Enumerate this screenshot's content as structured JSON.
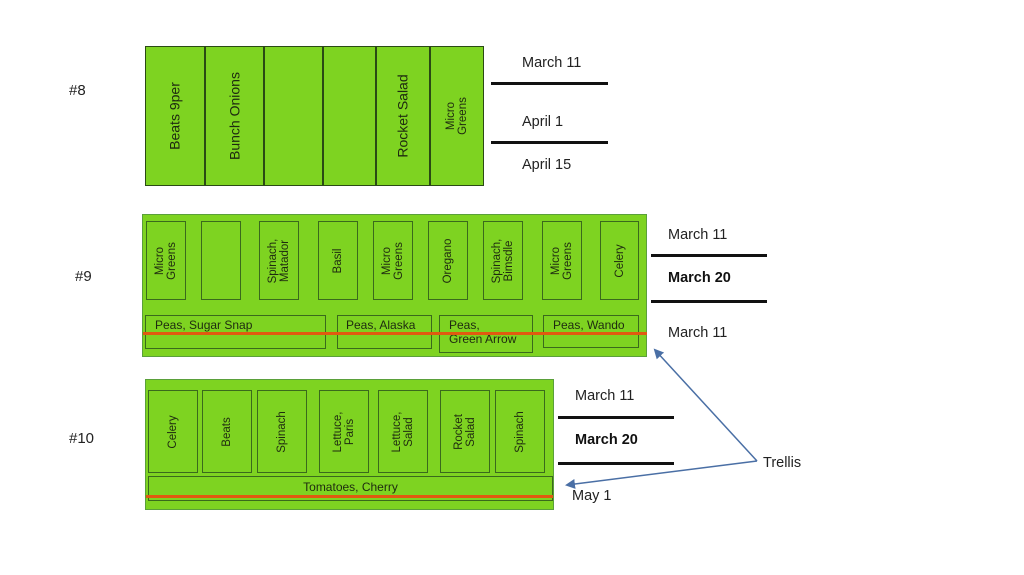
{
  "beds": [
    {
      "label": "#8",
      "plots": [
        {
          "name": "Beats 9per"
        },
        {
          "name": "Bunch Onions"
        },
        {
          "name": ""
        },
        {
          "name": ""
        },
        {
          "name": "Rocket Salad"
        },
        {
          "name": "Micro\nGreens"
        }
      ],
      "dates": [
        "March 11",
        "April 1",
        "April 15"
      ]
    },
    {
      "label": "#9",
      "plots": [
        {
          "name": "Micro\nGreens"
        },
        {
          "name": ""
        },
        {
          "name": "Spinach,\nMatador"
        },
        {
          "name": "Basil"
        },
        {
          "name": "Micro\nGreens"
        },
        {
          "name": "Oregano"
        },
        {
          "name": "Spinach,\nBimsdle"
        },
        {
          "name": "Micro\nGreens"
        },
        {
          "name": "Celery"
        }
      ],
      "trellis_plots": [
        {
          "name": "Peas, Sugar Snap"
        },
        {
          "name": "Peas, Alaska"
        },
        {
          "name": "Peas,\nGreen Arrow"
        },
        {
          "name": "Peas, Wando"
        }
      ],
      "dates": [
        "March 11",
        "March 20",
        "March 11"
      ]
    },
    {
      "label": "#10",
      "plots": [
        {
          "name": "Celery"
        },
        {
          "name": "Beats"
        },
        {
          "name": "Spinach"
        },
        {
          "name": "Lettuce,\nParis"
        },
        {
          "name": "Lettuce,\nSalad"
        },
        {
          "name": "Rocket\nSalad"
        },
        {
          "name": "Spinach"
        }
      ],
      "trellis_plots": [
        {
          "name": "Tomatoes, Cherry"
        }
      ],
      "dates": [
        "March 11",
        "March 20",
        "May 1"
      ]
    }
  ],
  "annotation": {
    "label": "Trellis"
  },
  "colors": {
    "bed_fill": "#7ed321",
    "trellis_line": "#e05a10",
    "arrow": "#4a6fa5"
  }
}
